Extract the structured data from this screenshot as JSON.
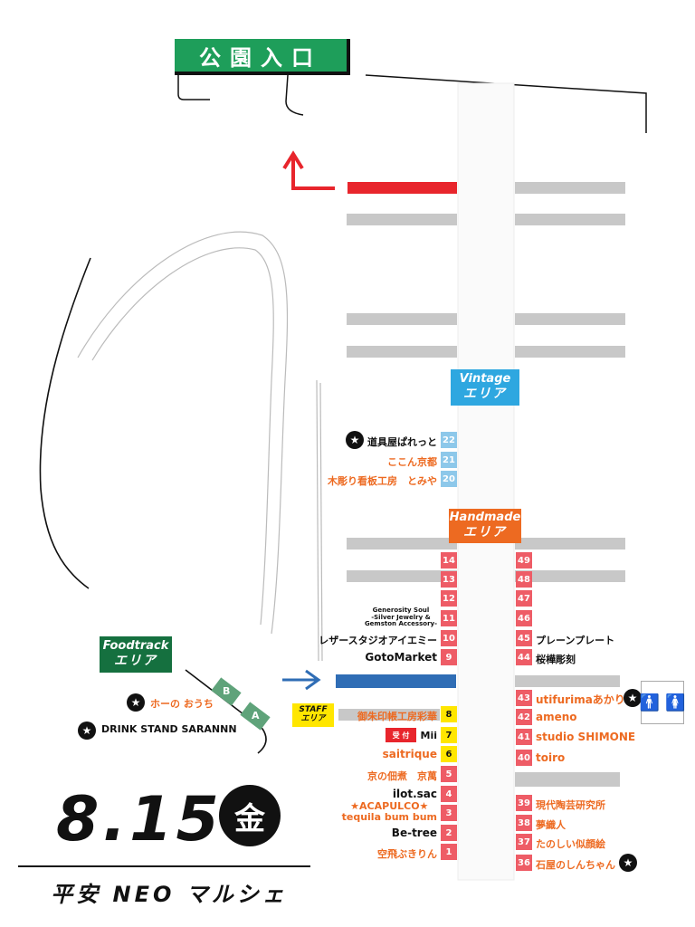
{
  "entrance": {
    "label": "公園入口"
  },
  "areas": {
    "vintage": {
      "line1": "Vintage",
      "line2": "エリア",
      "color": "#2ea7e0"
    },
    "handmade": {
      "line1": "Handmade",
      "line2": "エリア",
      "color": "#ed6a21"
    },
    "foodtrack": {
      "line1": "Foodtrack",
      "line2": "エリア",
      "color": "#15703f"
    },
    "staff": {
      "line1": "STAFF",
      "line2": "エリア",
      "color": "#ffe600"
    }
  },
  "food_markers": {
    "b": "B",
    "a": "A"
  },
  "food_vendors": [
    {
      "name": "ホーの おうち",
      "star": "★"
    },
    {
      "name": "DRINK STAND SARANNN",
      "star": "★"
    }
  ],
  "vintage_booths": [
    {
      "num": "22",
      "name": "道具屋ぱれっと",
      "star": "★"
    },
    {
      "num": "21",
      "name": "ここん京都"
    },
    {
      "num": "20",
      "name": "木彫り看板工房　とみや"
    }
  ],
  "left_booths": [
    {
      "num": "14",
      "name": ""
    },
    {
      "num": "13",
      "name": ""
    },
    {
      "num": "12",
      "name": ""
    },
    {
      "num": "11",
      "name": "Generosity Soul\n-Silver Jewelry &\nGemston Accessory-"
    },
    {
      "num": "10",
      "name": "レザースタジオアイエミー"
    },
    {
      "num": "9",
      "name": "GotoMarket"
    },
    {
      "num": "8",
      "name": "御朱印帳工房彩華"
    },
    {
      "num": "7",
      "name": "Mii"
    },
    {
      "num": "6",
      "name": "saitrique"
    },
    {
      "num": "5",
      "name": "京の佃煮　京萬"
    },
    {
      "num": "4",
      "name": "ilot.sac"
    },
    {
      "num": "3",
      "name": "★ACAPULCO★\ntequila bum bum"
    },
    {
      "num": "2",
      "name": "Be-tree"
    },
    {
      "num": "1",
      "name": "空飛ぶきりん"
    }
  ],
  "right_booths": [
    {
      "num": "49",
      "name": ""
    },
    {
      "num": "48",
      "name": ""
    },
    {
      "num": "47",
      "name": ""
    },
    {
      "num": "46",
      "name": ""
    },
    {
      "num": "45",
      "name": "プレーンプレート"
    },
    {
      "num": "44",
      "name": "桜樺彫刻"
    },
    {
      "num": "43",
      "name": "utifurimaあかり",
      "star": "★"
    },
    {
      "num": "42",
      "name": "ameno"
    },
    {
      "num": "41",
      "name": "studio SHIMONE"
    },
    {
      "num": "40",
      "name": "toiro"
    },
    {
      "num": "39",
      "name": "現代陶芸研究所"
    },
    {
      "num": "38",
      "name": "夢織人"
    },
    {
      "num": "37",
      "name": "たのしい似顔絵"
    },
    {
      "num": "36",
      "name": "石屋のしんちゃん",
      "star": "★"
    }
  ],
  "reception": "受 付",
  "toilet_icons": "toilet-icon",
  "date": "8.15",
  "weekday": "金",
  "event_name": "平安 NEO マルシェ",
  "colors": {
    "booth_pink": "#ee5c66",
    "vintage_blue": "#8dc8ea",
    "staff_yellow": "#ffe600",
    "stage_blue": "#2f6db5",
    "arrow_red": "#e8252c"
  }
}
